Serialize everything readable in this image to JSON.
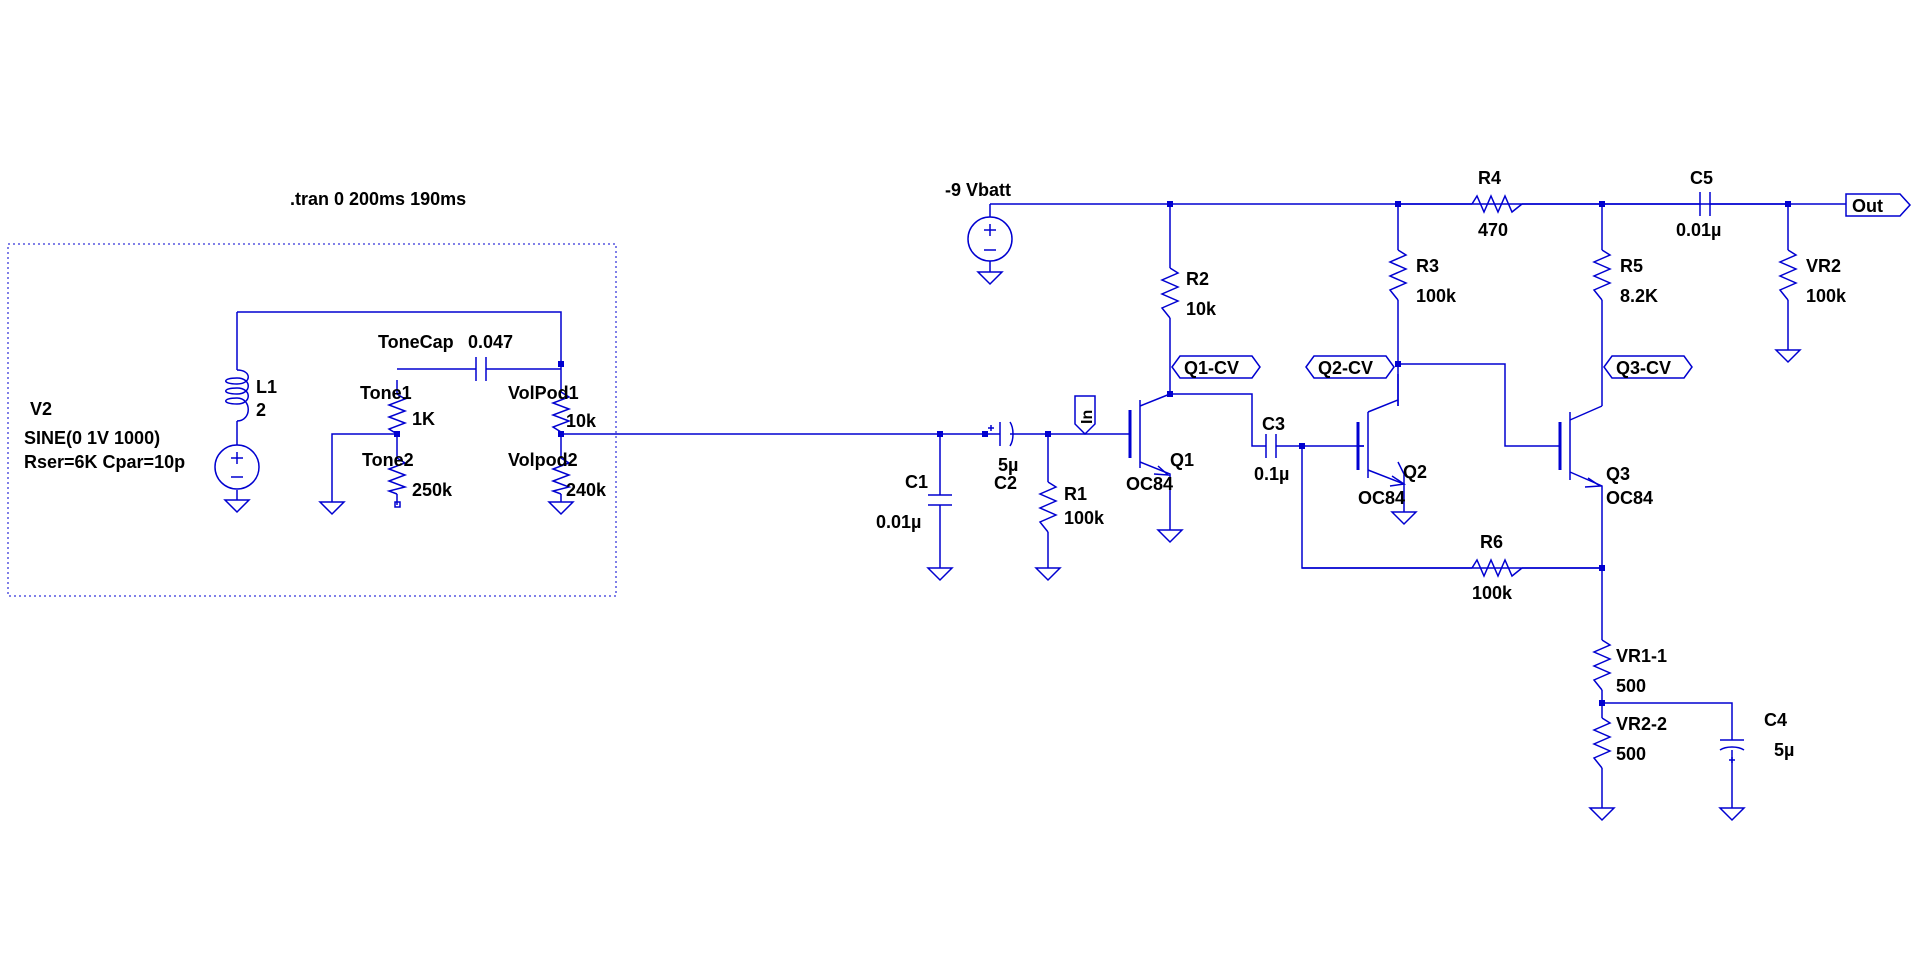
{
  "directive": ".tran 0 200ms 190ms",
  "colors": {
    "wire": "#0000d0",
    "text": "#000000",
    "background": "#ffffff"
  },
  "labels": {
    "vbatt": "-9 Vbatt",
    "out": "Out",
    "in": "In",
    "q1cv": "Q1-CV",
    "q2cv": "Q2-CV",
    "q3cv": "Q3-CV"
  },
  "components": {
    "V2": {
      "name": "V2",
      "value1": "SINE(0 1V 1000)",
      "value2": "Rser=6K Cpar=10p"
    },
    "L1": {
      "name": "L1",
      "value": "2"
    },
    "ToneCap": {
      "name": "ToneCap",
      "value": "0.047"
    },
    "Tone1": {
      "name": "Tone1",
      "value": "1K"
    },
    "Tone2": {
      "name": "Tone2",
      "value": "250k"
    },
    "VolPod1": {
      "name": "VolPod1",
      "value": "10k"
    },
    "Volpod2": {
      "name": "Volpod2",
      "value": "240k"
    },
    "C1": {
      "name": "C1",
      "value": "0.01µ"
    },
    "C2": {
      "name": "C2",
      "value": "5µ"
    },
    "R1": {
      "name": "R1",
      "value": "100k"
    },
    "Q1": {
      "name": "Q1",
      "model": "OC84"
    },
    "R2": {
      "name": "R2",
      "value": "10k"
    },
    "C3": {
      "name": "C3",
      "value": "0.1µ"
    },
    "Q2": {
      "name": "Q2",
      "model": "OC84"
    },
    "R3": {
      "name": "R3",
      "value": "100k"
    },
    "R4": {
      "name": "R4",
      "value": "470"
    },
    "R5": {
      "name": "R5",
      "value": "8.2K"
    },
    "Q3": {
      "name": "Q3",
      "model": "OC84"
    },
    "C5": {
      "name": "C5",
      "value": "0.01µ"
    },
    "VR2": {
      "name": "VR2",
      "value": "100k"
    },
    "R6": {
      "name": "R6",
      "value": "100k"
    },
    "VR1_1": {
      "name": "VR1-1",
      "value": "500"
    },
    "VR2_2": {
      "name": "VR2-2",
      "value": "500"
    },
    "C4": {
      "name": "C4",
      "value": "5µ"
    }
  }
}
